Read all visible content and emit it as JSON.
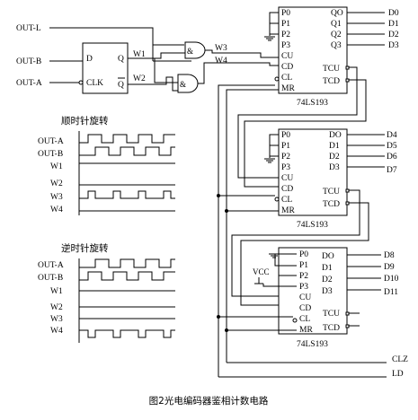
{
  "caption": "图2光电编码器鉴相计数电路",
  "inputs": {
    "out_l": "OUT-L",
    "out_b": "OUT-B",
    "out_a": "OUT-A"
  },
  "flipflop": {
    "d": "D",
    "clk": "CLK",
    "q": "Q",
    "qbar": "Q"
  },
  "wires": {
    "w1": "W1",
    "w2": "W2",
    "w3": "W3",
    "w4": "W4"
  },
  "gate_symbol": "&",
  "counter_part": "74LS193",
  "pins_in": [
    "P0",
    "P1",
    "P2",
    "P3",
    "CU",
    "CD",
    "CL",
    "MR"
  ],
  "pins_carry": {
    "tcu": "TCU",
    "tcd": "TCD"
  },
  "counter1_out": [
    "QO",
    "Q1",
    "Q2",
    "Q3"
  ],
  "counter2_out": [
    "DO",
    "D1",
    "D2",
    "D3"
  ],
  "counter3_out": [
    "DO",
    "D1",
    "D2",
    "D3"
  ],
  "bus1": [
    "D0",
    "D1",
    "D2",
    "D3"
  ],
  "bus2": [
    "D4",
    "D5",
    "D6",
    "D7"
  ],
  "bus3": [
    "D8",
    "D9",
    "D10",
    "D11"
  ],
  "vcc": "VCC",
  "controls": {
    "clz": "CLZ",
    "ld": "LD"
  },
  "timing": {
    "cw_title": "顺时针旋转",
    "ccw_title": "逆时针旋转",
    "signals": [
      "OUT-A",
      "OUT-B",
      "W1",
      "W2",
      "W3",
      "W4"
    ]
  }
}
